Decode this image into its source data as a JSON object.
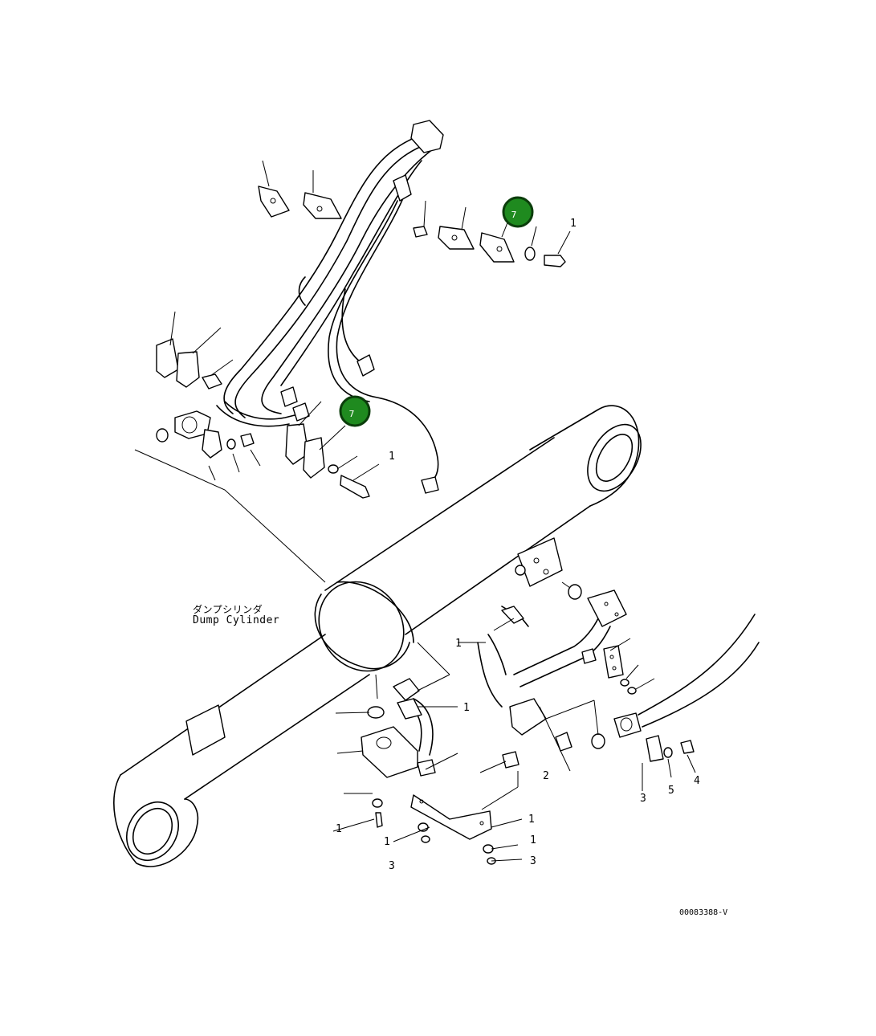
{
  "diagram": {
    "component_label_jp": "ダンプシリンダ",
    "component_label_en": "Dump Cylinder",
    "drawing_number": "00083388-V",
    "colors": {
      "hotspot_fill": "#1f8a1f",
      "hotspot_border": "#0b3d0b",
      "line": "#000000"
    }
  },
  "hotspots": [
    {
      "label": "7"
    },
    {
      "label": "7"
    }
  ],
  "callouts": [
    "1",
    "1",
    "1",
    "2",
    "1",
    "3",
    "4",
    "5",
    "1",
    "1",
    "3",
    "1",
    "1",
    "3"
  ]
}
